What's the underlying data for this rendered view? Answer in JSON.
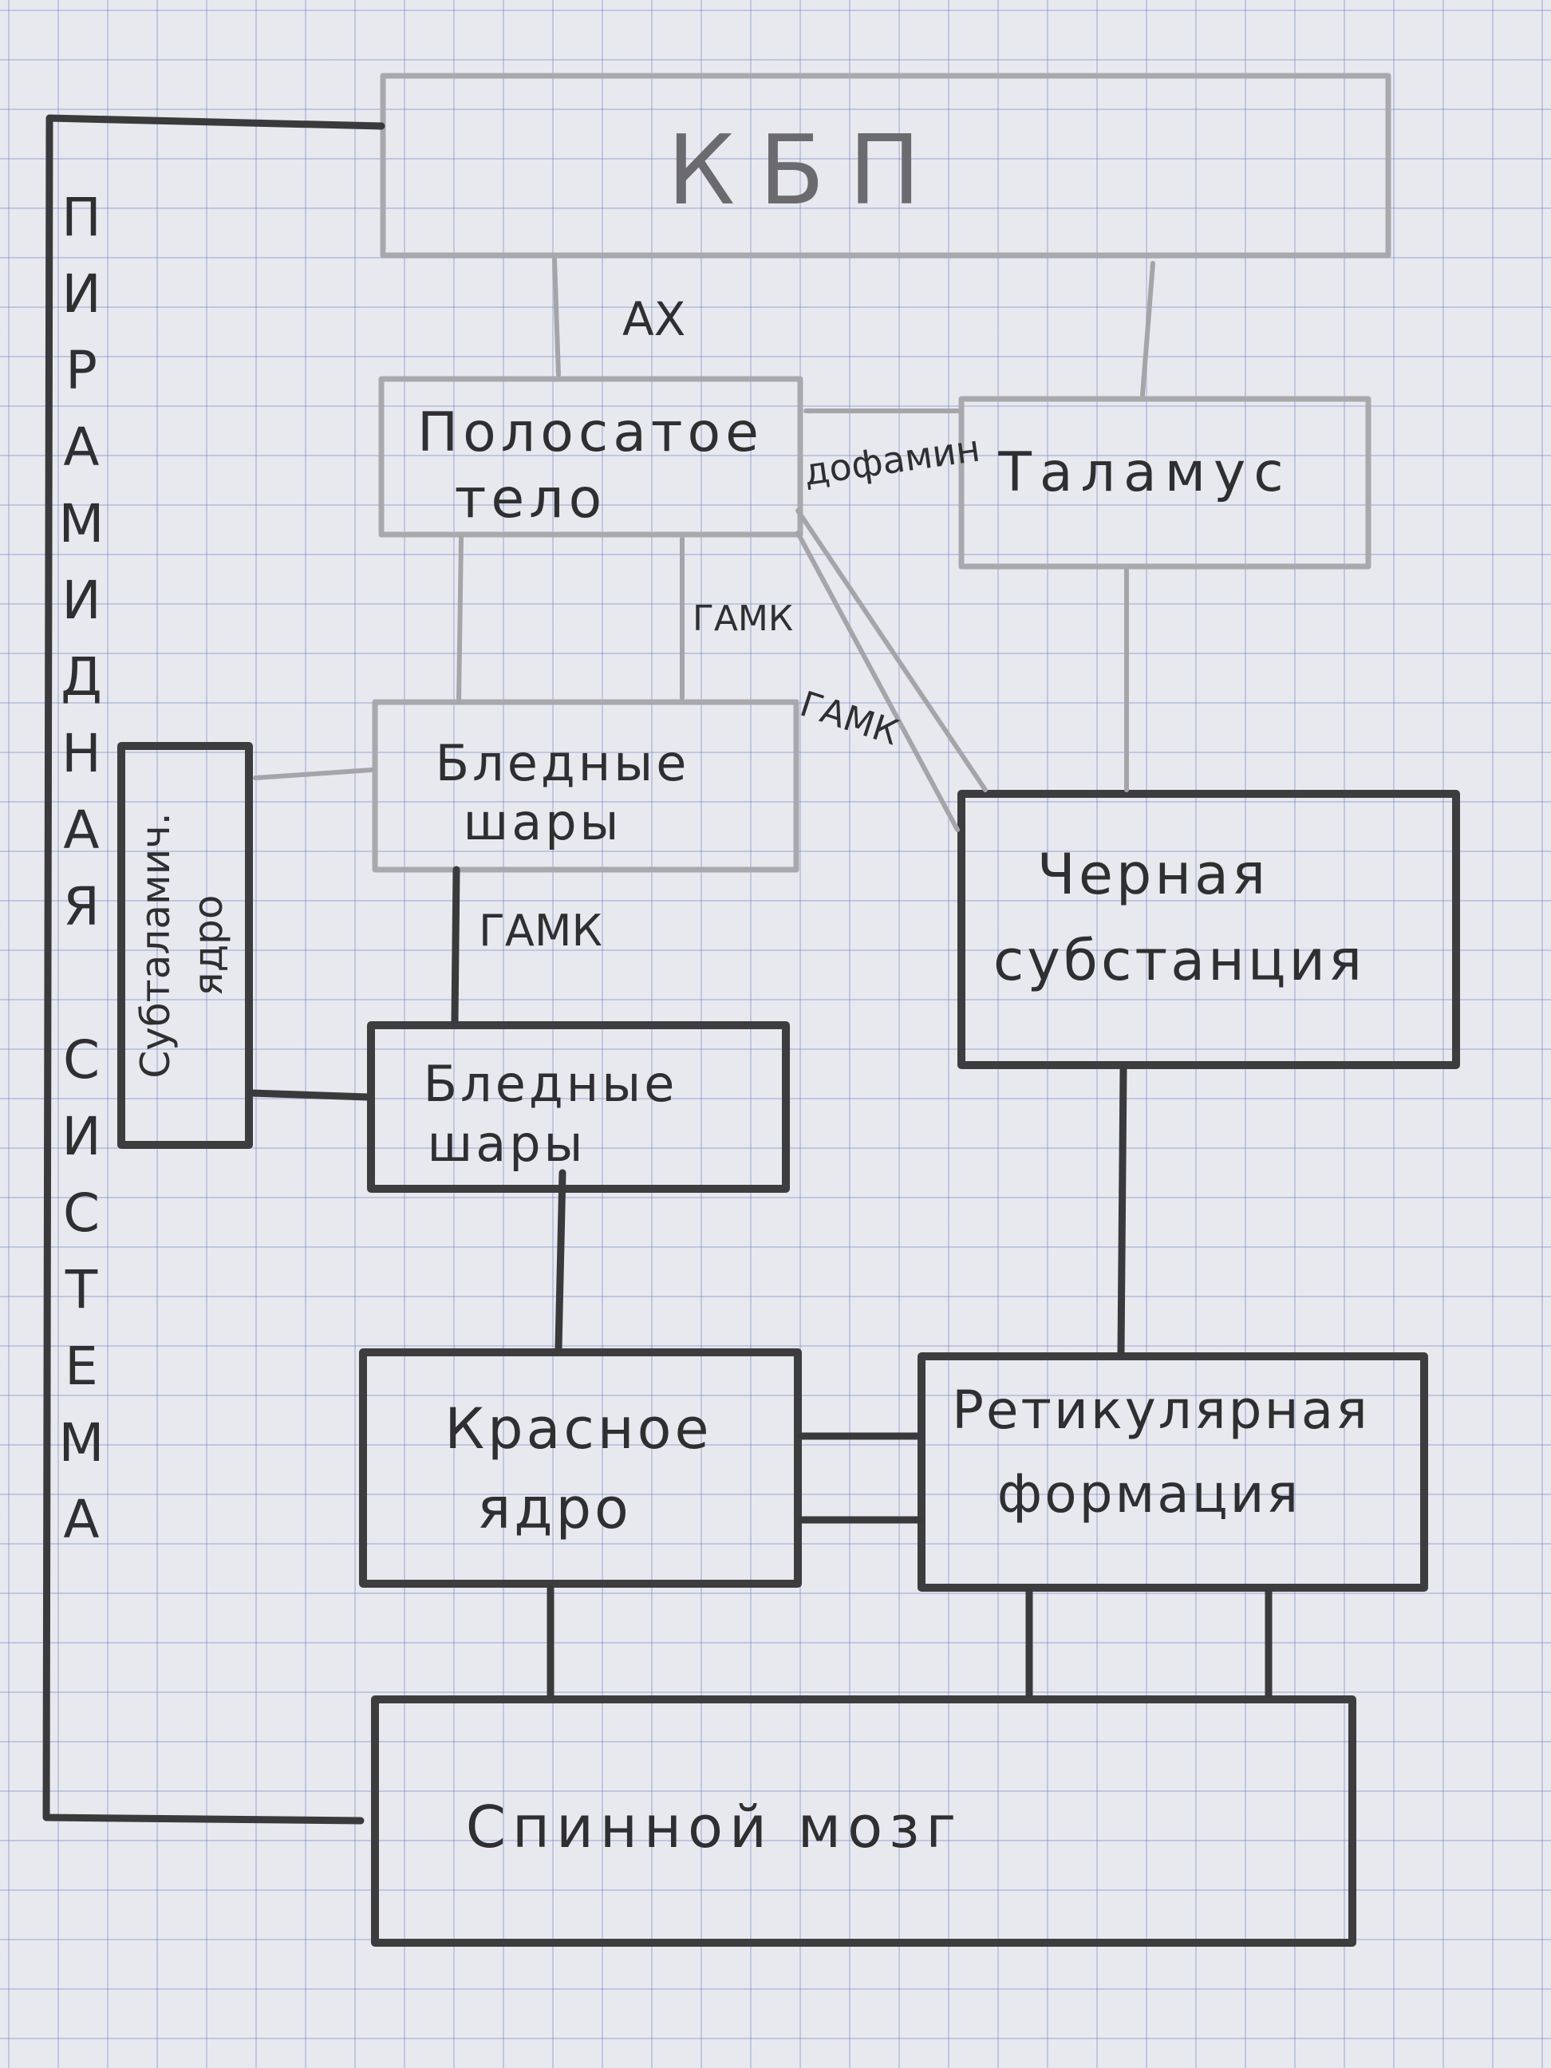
{
  "nodes": {
    "kbp": "КБП",
    "striatum": [
      "Полосатое",
      "тело"
    ],
    "thalamus": "Таламус",
    "globus_pallidus_1": [
      "Бледные",
      "шары"
    ],
    "globus_pallidus_2": [
      "Бледные",
      "шары"
    ],
    "subthalamic": [
      "Субталамич.",
      "ядро"
    ],
    "substantia_nigra": [
      "Черная",
      "субстанция"
    ],
    "red_nucleus": [
      "Красное",
      "ядро"
    ],
    "reticular": [
      "Ретикулярная",
      "формация"
    ],
    "spinal_cord": "Спинной мозг"
  },
  "edges": {
    "ach": "АХ",
    "gaba_1": "ГАМК",
    "gaba_2": "ГАМК",
    "gaba_3": "ГАМК",
    "dopamine": "дофамин"
  },
  "side_label": [
    "П",
    "И",
    "Р",
    "А",
    "М",
    "И",
    "Д",
    "Н",
    "А",
    "Я",
    " ",
    "С",
    "И",
    "С",
    "Т",
    "Е",
    "М",
    "А"
  ]
}
